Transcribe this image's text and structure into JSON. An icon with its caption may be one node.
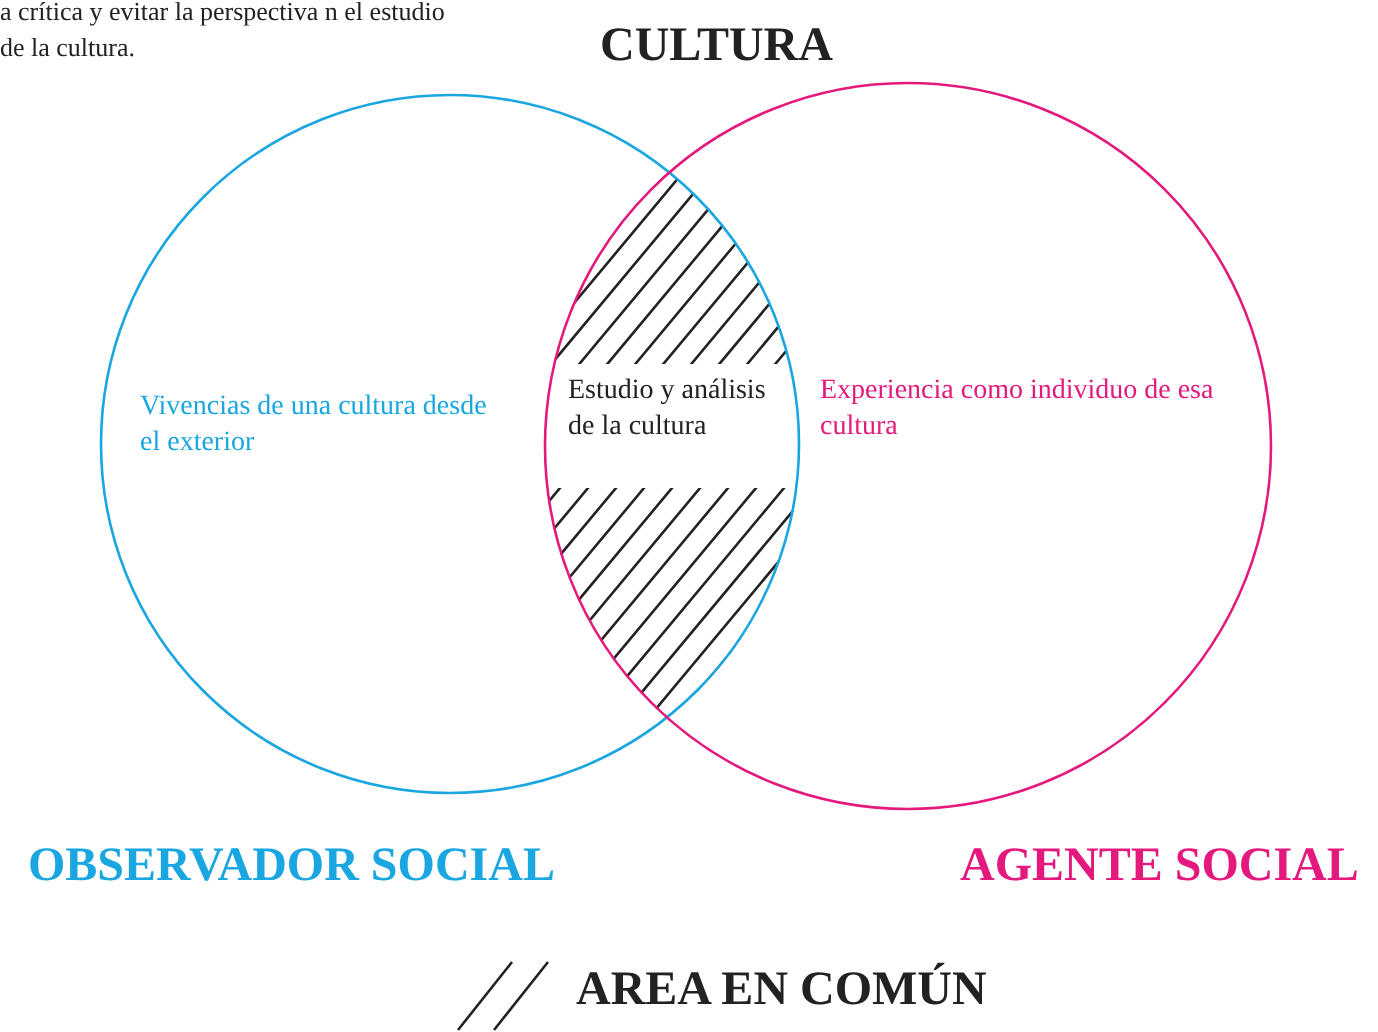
{
  "diagram": {
    "title": "CULTURA",
    "nodes": [
      {
        "text": [
          "Vivencias de una cultura desde el exterior"
        ],
        "beside": [
          "OBSERVADOR SOCIAL"
        ]
      },
      {
        "text": [
          "Experiencia como individuo de esa cultura"
        ],
        "beside": [
          "AGENTE SOCIAL"
        ]
      },
      {
        "text": [
          "Estudio y análisis de la cultura"
        ]
      }
    ],
    "edges": [],
    "labels": [
      "a crítica y evitar la perspectiva n el estudio de la cultura."
    ],
    "legend": [
      {
        "text": "AREA EN COMÚN"
      }
    ]
  }
}
